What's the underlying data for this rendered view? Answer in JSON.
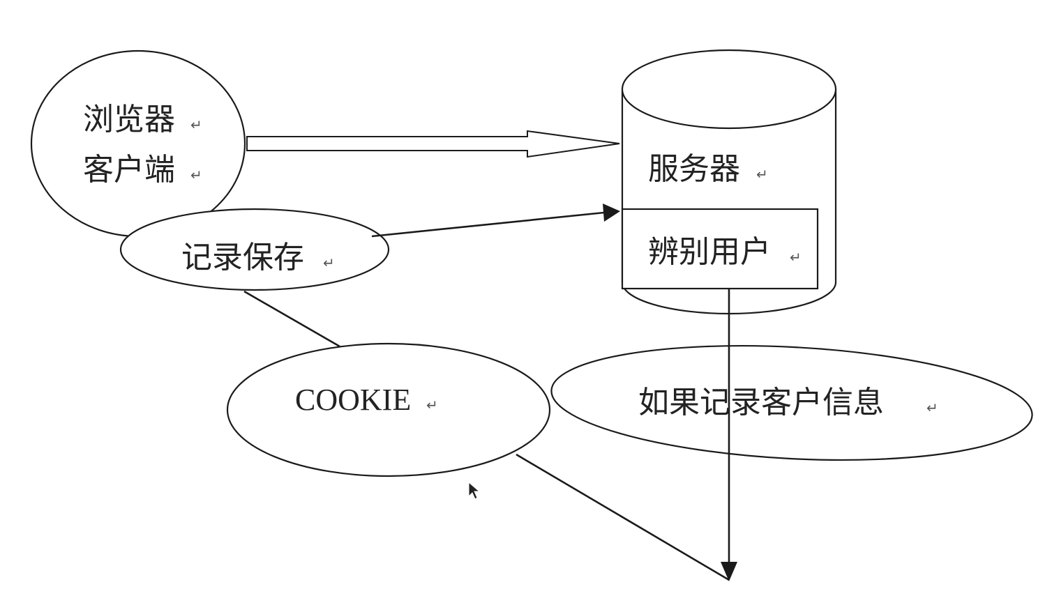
{
  "browser": {
    "line1": "浏览器",
    "line2": "客户端"
  },
  "server": {
    "title": "服务器",
    "identify": "辨别用户"
  },
  "record": {
    "label": "记录保存"
  },
  "cookie": {
    "label": "COOKIE"
  },
  "info": {
    "label": "如果记录客户信息"
  },
  "paragraph_mark": "↵",
  "colors": {
    "stroke": "#1a1a1a",
    "text": "#222222",
    "background": "#ffffff"
  }
}
